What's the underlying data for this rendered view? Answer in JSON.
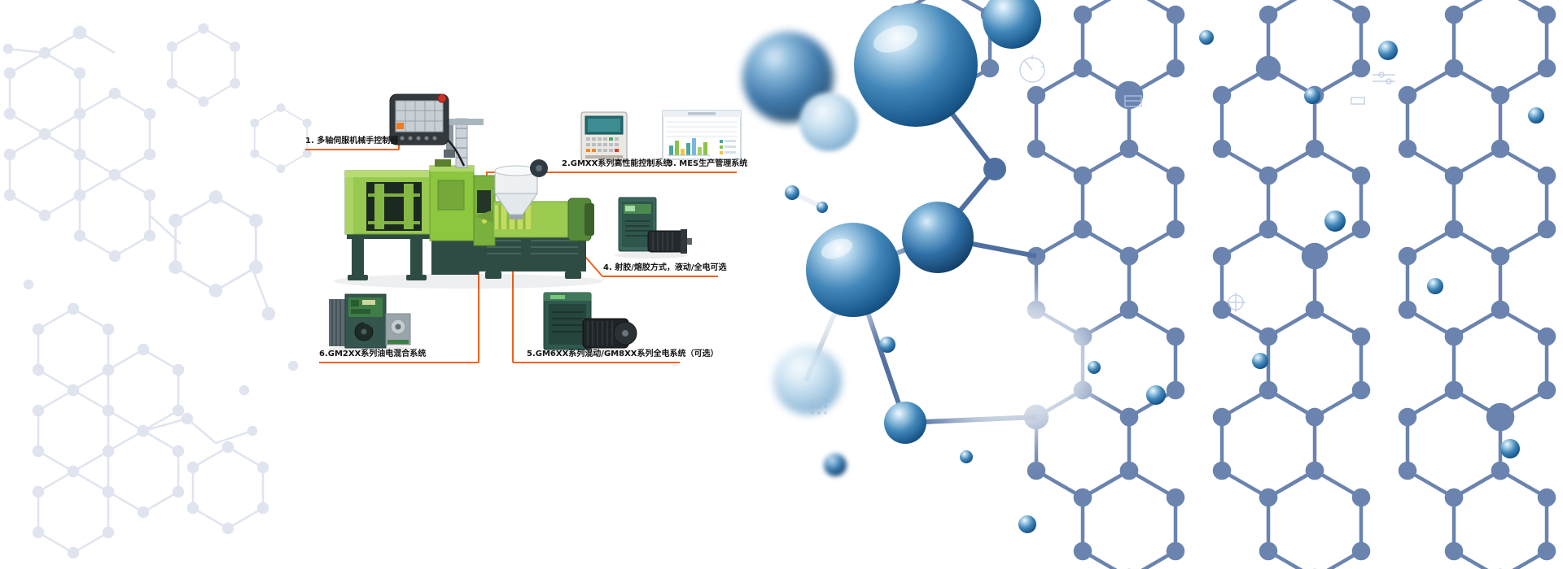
{
  "banner": {
    "accent_color": "#f2611a",
    "machine_color": "#8dc63f",
    "molecule_color": "#5d79a8",
    "callouts": [
      {
        "label": "1. 多轴伺服机械手控制器"
      },
      {
        "label": "2.GMXX系列高性能控制系统"
      },
      {
        "label": "3. MES生产管理系统"
      },
      {
        "label": "4. 射胶/熔胶方式，液动/全电可选"
      },
      {
        "label": "5.GM6XX系列混动/GM8XX系列全电系统（可选）"
      },
      {
        "label": "6.GM2XX系列油电混合系统"
      }
    ]
  }
}
